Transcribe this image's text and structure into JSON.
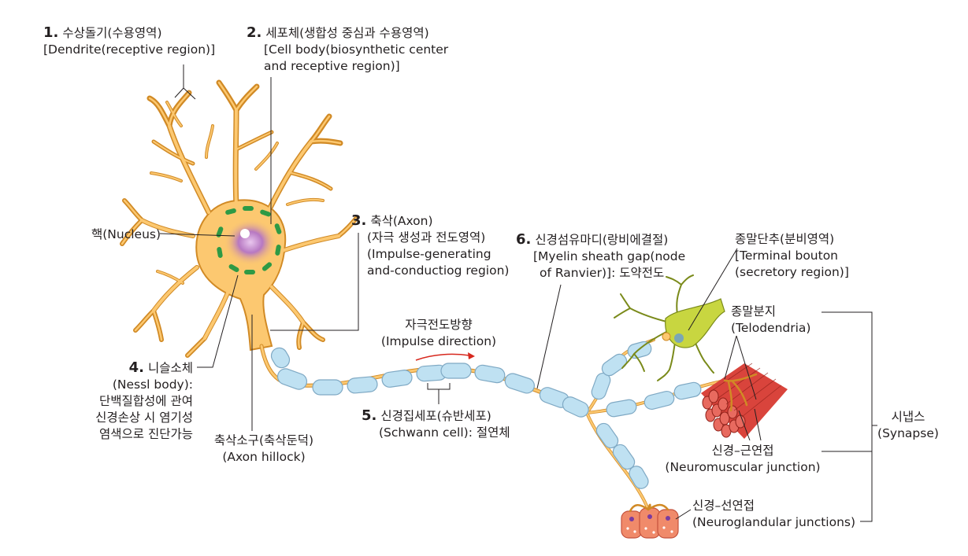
{
  "labels": {
    "dendrite": {
      "num": "1.",
      "ko": "수상돌기(수용영역)",
      "en": "[Dendrite(receptive region)]"
    },
    "cell_body": {
      "num": "2.",
      "ko": "세포체(생합성 중심과 수용영역)",
      "en1": "[Cell body(biosynthetic center",
      "en2": "and receptive region)]"
    },
    "nucleus": {
      "text": "핵(Nucleus)"
    },
    "axon": {
      "num": "3.",
      "ko": "축삭(Axon)",
      "l2": "(자극 생성과 전도영역)",
      "l3": "(Impulse-generating",
      "l4": "and-conductiog region)"
    },
    "nissl": {
      "num": "4.",
      "ko": "니슬소체",
      "l2": "(Nessl body):",
      "l3": "단백질합성에 관여",
      "l4": "신경손상 시 염기성",
      "l5": "염색으로 진단가능"
    },
    "hillock": {
      "ko": "축삭소구(축삭둔덕)",
      "en": "(Axon hillock)"
    },
    "impulse": {
      "ko": "자극전도방향",
      "en": "(Impulse direction)"
    },
    "schwann": {
      "num": "5.",
      "ko": "신경집세포(슈반세포)",
      "en": "(Schwann cell): 절연체"
    },
    "myelin_gap": {
      "num": "6.",
      "ko": "신경섬유마디(랑비에결절)",
      "l2": "[Myelin sheath gap(node",
      "l3": "of Ranvier)]: 도약전도"
    },
    "terminal_bouton": {
      "ko": "종말단추(분비영역)",
      "l2": "[Terminal bouton",
      "l3": "(secretory region)]"
    },
    "telodendria": {
      "ko": "종말분지",
      "en": "(Telodendria)"
    },
    "synapse": {
      "ko": "시냅스",
      "en": "(Synapse)"
    },
    "neuromuscular": {
      "ko": "신경–근연접",
      "en": "(Neuromuscular junction)"
    },
    "neuroglandular": {
      "ko": "신경–선연접",
      "en": "(Neuroglandular junctions)"
    }
  },
  "colors": {
    "cell_fill": "#fcc870",
    "cell_stroke": "#d18a25",
    "myelin": "#bfe1f2",
    "myelin_stroke": "#7fa9c4",
    "nucleus": "#9b5ba8",
    "nissl": "#2e9a45",
    "muscle": "#d9443c",
    "gland": "#f08a6a",
    "bouton_cell": "#c8d640",
    "arrow": "#d7281e",
    "line": "#231f20"
  }
}
